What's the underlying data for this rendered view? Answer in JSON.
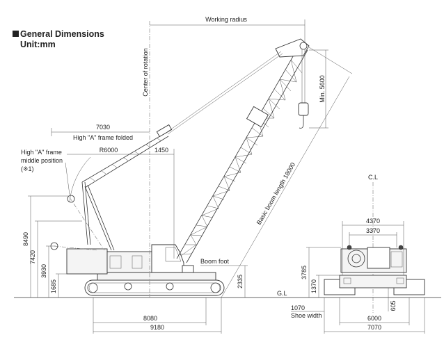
{
  "heading": {
    "title": "General Dimensions",
    "unit": "Unit:mm"
  },
  "labels": {
    "working_radius": "Working radius",
    "center_of_rotation": "Center of rotation",
    "min_5600": "Min. 5600",
    "dim_7030": "7030",
    "high_a_frame_folded": "High \"A\" frame folded",
    "high_a_frame_middle_1": "High \"A\" frame",
    "high_a_frame_middle_2": "middle position",
    "high_a_frame_middle_3": "(※1)",
    "r6000": "R6000",
    "dim_1450": "1450",
    "basic_boom_length": "Basic boom length 18000",
    "cl": "C.L",
    "dim_4370": "4370",
    "dim_3370": "3370",
    "dim_8490": "8490",
    "dim_7420": "7420",
    "dim_3930": "3930",
    "dim_1685": "1685",
    "boom_foot": "Boom foot",
    "dim_2335": "2335",
    "dim_3785": "3785",
    "dim_1370": "1370",
    "gl": "G.L",
    "dim_605": "605",
    "dim_1070": "1070",
    "shoe_width": "Shoe width",
    "dim_6000": "6000",
    "dim_8080": "8080",
    "dim_9180": "9180",
    "dim_7070": "7070"
  }
}
